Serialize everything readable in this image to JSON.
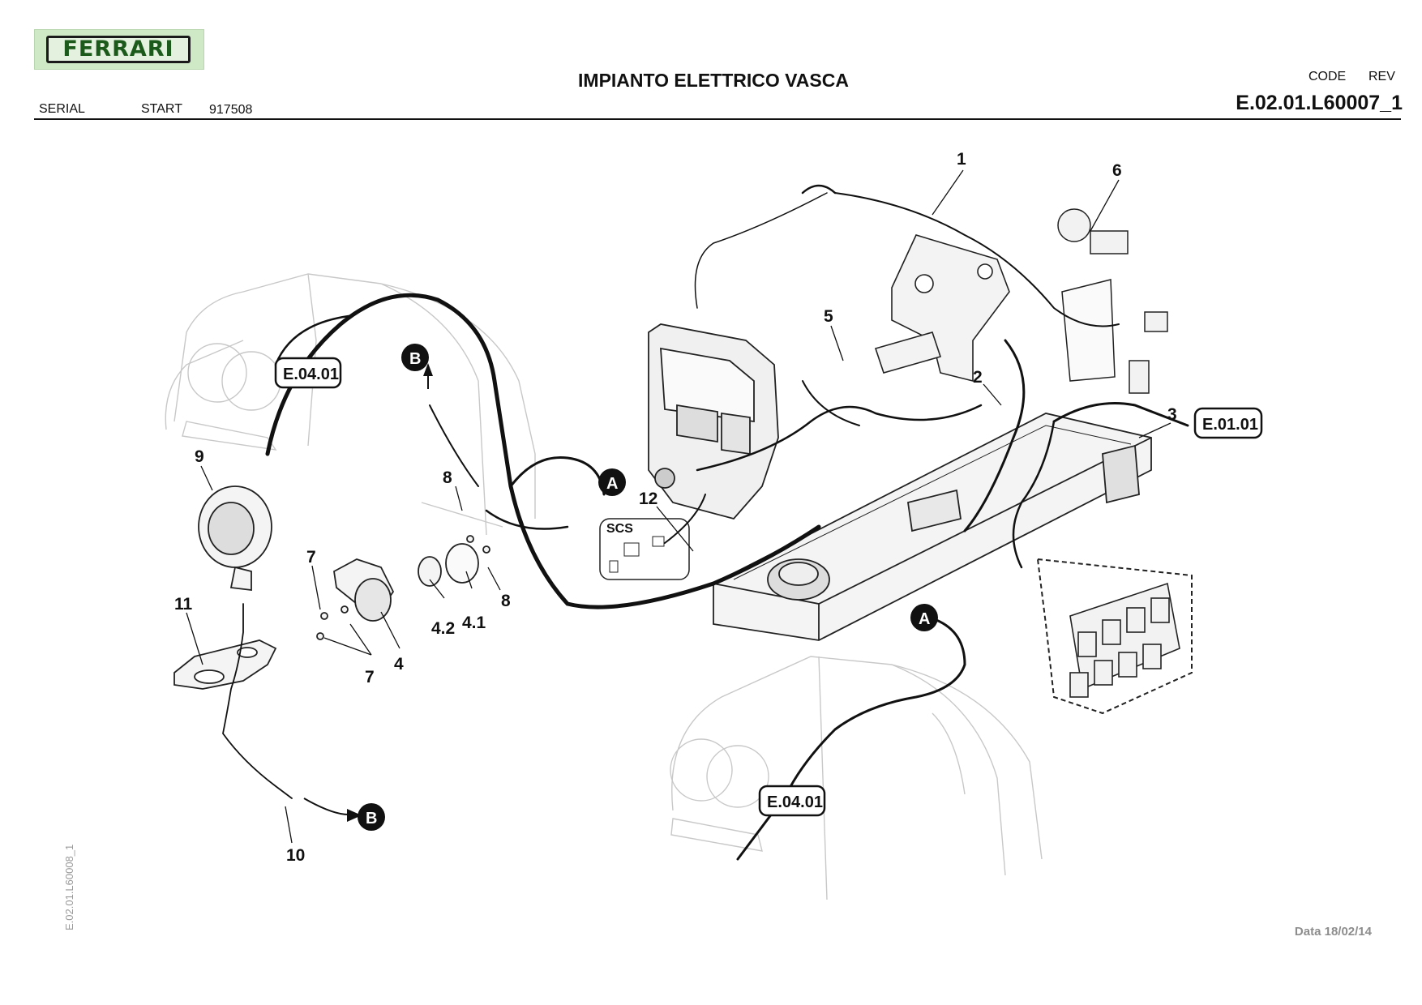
{
  "header": {
    "logo_text": "FERRARI",
    "title": "IMPIANTO ELETTRICO VASCA",
    "serial_label": "SERIAL",
    "start_label": "START",
    "start_value": "917508",
    "code_label": "CODE",
    "rev_label": "REV",
    "code_value": "E.02.01.L60007_1"
  },
  "footer": {
    "side_code": "E.02.01.L60008_1",
    "date": "Data 18/02/14"
  },
  "diagram": {
    "callouts": [
      "1",
      "2",
      "3",
      "4",
      "4.1",
      "4.2",
      "5",
      "6",
      "7",
      "7",
      "8",
      "8",
      "9",
      "10",
      "11",
      "12"
    ],
    "references": [
      "E.04.01",
      "E.04.01",
      "E.01.01"
    ],
    "connectors": [
      "A",
      "A",
      "B",
      "B"
    ],
    "scs_label": "SCS"
  }
}
